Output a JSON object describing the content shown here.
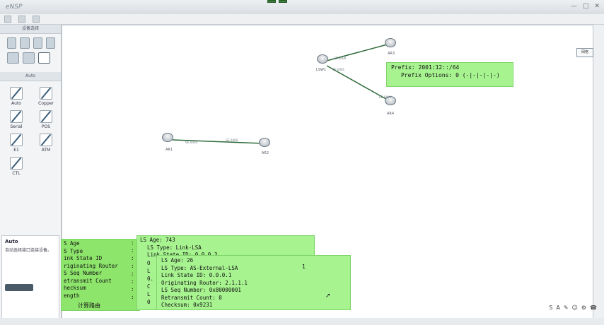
{
  "app": {
    "title": "eNSP",
    "recorder": [
      "",
      ""
    ],
    "window_controls": [
      "—",
      "□",
      "✕"
    ]
  },
  "sidebar": {
    "devices_header": "设备选择",
    "cables_header": "Auto",
    "cables": [
      "Auto",
      "Copper",
      "Serial",
      "POS",
      "E1",
      "ATM",
      "CTL"
    ],
    "info": {
      "title": "Auto",
      "desc": "自动选择接口连接设备。"
    }
  },
  "canvas": {
    "side_button": "网络",
    "nodes": [
      "AR1",
      "AR2",
      "AR3",
      "AR4",
      "LSW1"
    ],
    "ports": [
      "GE 0/0/0",
      "GE 0/0/0",
      "GE 0/0/1",
      "GE 0/0/0",
      "GE 0/0/0"
    ],
    "prefix_popup": [
      "Prefix: 2001:12::/64",
      "Prefix Options: 0 (-|-|-|-|-)"
    ],
    "lsa_left": [
      "S Age",
      "S Type",
      "ink State ID",
      "riginating Router",
      "S Seq Number",
      "etransmit Count",
      "hecksum",
      "ength"
    ],
    "lsa_left_colons": [
      ":",
      ":",
      ":",
      ":",
      ":",
      ":",
      ":",
      ":"
    ],
    "lsa_mid_head": [
      "LS Age: 743",
      "LS Type: Link-LSA",
      "Link State ID: 0.0.0.3"
    ],
    "lsa_mid_peek": [
      "O",
      "L",
      "0.",
      "C",
      "L",
      "0"
    ],
    "lsa_front": [
      "LS Age: 26",
      "LS Type: AS-External-LSA",
      "Link State ID: 0.0.0.1",
      "Originating Router: 2.1.1.1",
      "LS Seq Number: 0x80000001",
      "Retransmit Count: 0",
      "Checksum: 0x9231"
    ],
    "num_one": "1",
    "calc_label": "计算路由"
  },
  "tray_icons": [
    "S",
    "A",
    "✎",
    "☺",
    "⚙",
    "☎"
  ],
  "colors": {
    "popup_green": "#a7f390",
    "link_green": "#2f6b3a"
  }
}
